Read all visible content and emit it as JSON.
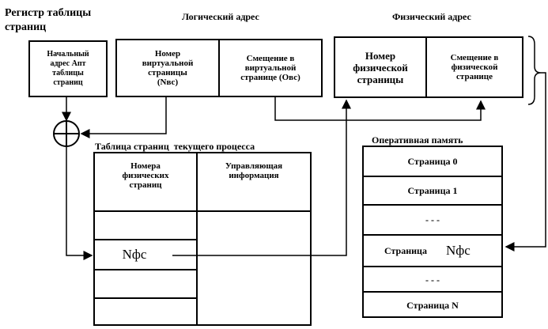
{
  "register": {
    "title": "Регистр таблицы\nстраниц",
    "cell": "Начальный\nадрес Aпт\nтаблицы\nстраниц"
  },
  "logical": {
    "title": "Логический адрес",
    "page_number": "Номер\nвиртуальной\nстраницы\n(Nвс)",
    "offset": "Смещение в\nвиртуальной\nстранице (Oвс)"
  },
  "physical": {
    "title": "Физический адрес",
    "page_number": "Номер\nфизической\nстраницы",
    "offset": "Смещение в\nфизической\nстранице"
  },
  "page_table": {
    "title": "Таблица страниц  текущего процесса",
    "col1": "Номера\nфизических\nстраниц",
    "col2": "Управляющая\nинформация",
    "entry": "Nфс"
  },
  "memory": {
    "title": "Оперативная память",
    "rows": [
      "Страница  0",
      "Страница  1",
      "- - -",
      "Страница",
      "- - -",
      "Страница  N"
    ],
    "selected_label": "Nфс"
  }
}
